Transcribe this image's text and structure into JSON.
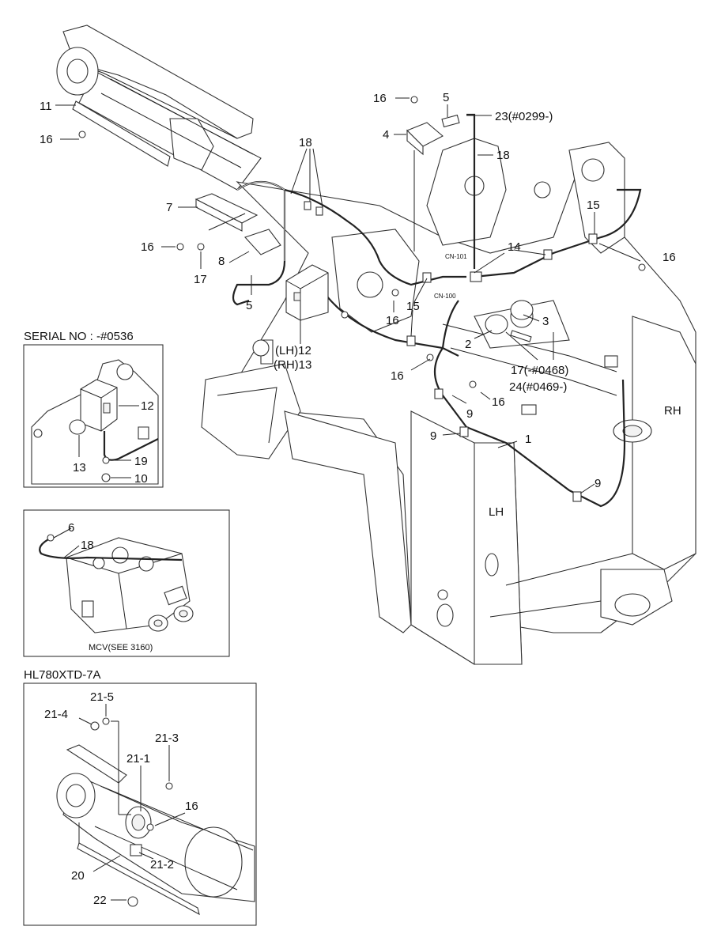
{
  "labels": {
    "p11": "11",
    "p16a": "16",
    "p7": "7",
    "p16b": "16",
    "p8": "8",
    "p17a": "17",
    "p5a": "5",
    "p18a": "18",
    "p12": "(LH)12",
    "p13": "(RH)13",
    "p16c": "16",
    "p5b": "5",
    "p23": "23(#0299-)",
    "p4": "4",
    "p18b": "18",
    "p15a": "15",
    "p16d": "16",
    "p14": "14",
    "p15b": "15",
    "p16e": "16",
    "p3": "3",
    "p2": "2",
    "p16f": "16",
    "p17b": "17(-#0468)",
    "p24": "24(#0469-)",
    "p16g": "16",
    "p9a": "9",
    "p9b": "9",
    "p1": "1",
    "p9c": "9",
    "lh": "LH",
    "rh": "RH",
    "cn101": "CN-101",
    "cn100": "CN-100"
  },
  "inset_serial": {
    "title": "SERIAL NO : -#0536",
    "p12": "12",
    "p13": "13",
    "p19": "19",
    "p10": "10"
  },
  "inset_mcv": {
    "p6": "6",
    "p18": "18",
    "caption": "MCV(SEE 3160)"
  },
  "inset_model": {
    "title": "HL780XTD-7A",
    "p21_5": "21-5",
    "p21_4": "21-4",
    "p21_3": "21-3",
    "p21_1": "21-1",
    "p16": "16",
    "p21_2": "21-2",
    "p20": "20",
    "p22": "22"
  }
}
